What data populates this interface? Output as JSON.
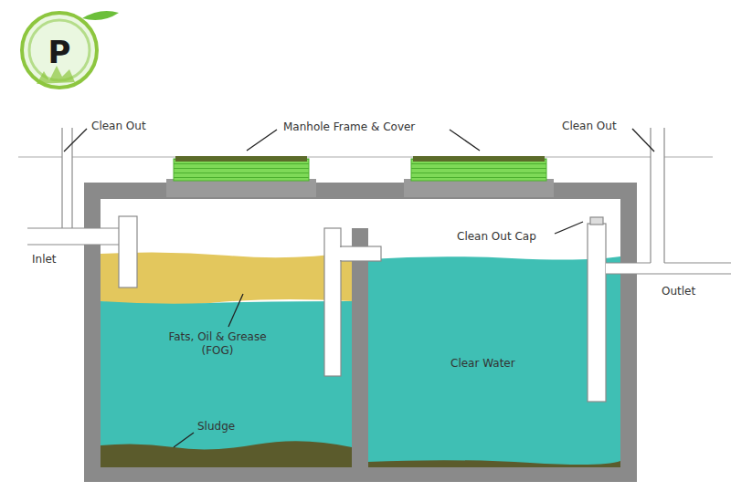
{
  "diagram": {
    "labels": [
      "P",
      "Clean Out",
      "Manhole Frame & Cover",
      "Clean Out",
      "Clean Out Cap",
      "Inlet",
      "Outlet",
      "Fats, Oil & Grease (FOG)",
      "Clear Water",
      "Sludge"
    ]
  }
}
